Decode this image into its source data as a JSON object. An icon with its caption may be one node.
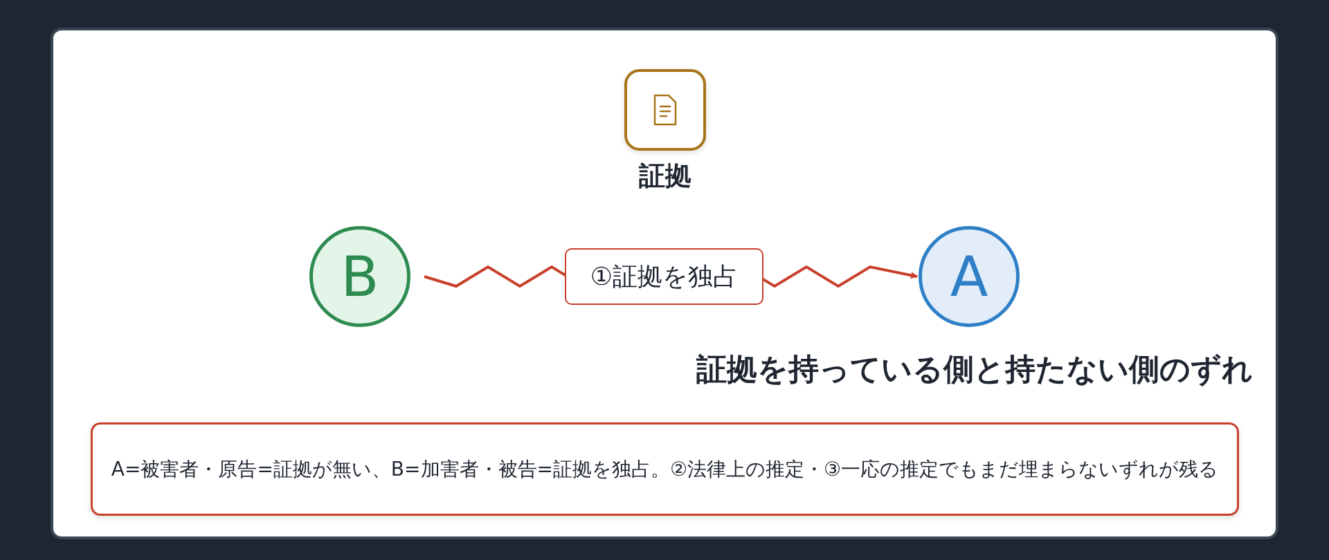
{
  "diagram": {
    "nodes": [
      {
        "text": [
          "証拠"
        ]
      },
      {
        "text": [
          "B"
        ]
      },
      {
        "text": [
          "A"
        ]
      },
      {
        "text": [
          "A=被害者・原告=証拠が無い、B=加害者・被告=証拠を独占。②法律上の推定・③一応の推定でもまだ埋まらないずれが残る"
        ]
      }
    ],
    "edges": [
      {
        "from": 1,
        "to": 2,
        "arrow": "to",
        "label": "①証拠を独占"
      }
    ],
    "labels": [
      "証拠を持っている側と持たない側のずれ"
    ]
  }
}
